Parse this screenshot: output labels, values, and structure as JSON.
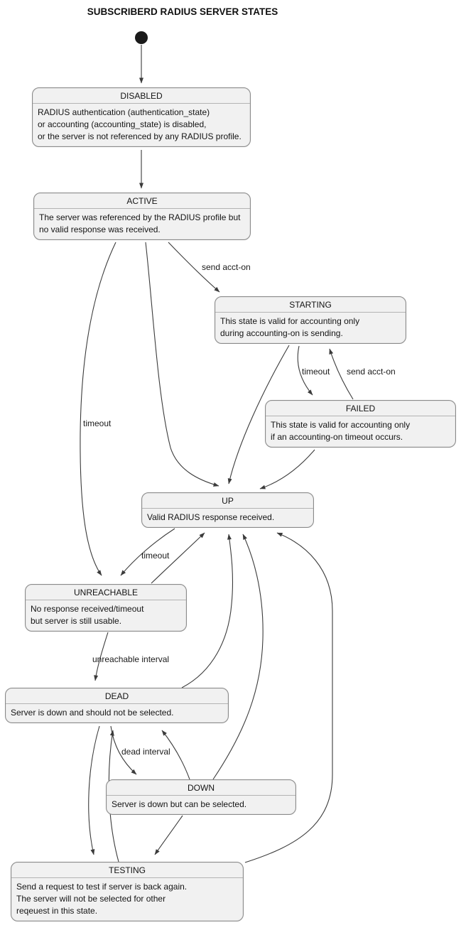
{
  "diagram_title": "SUBSCRIBERD RADIUS SERVER STATES",
  "states": {
    "disabled": {
      "title": "DISABLED",
      "body": "RADIUS authentication (authentication_state)\nor accounting (accounting_state) is disabled,\nor the server is not referenced by any RADIUS profile."
    },
    "active": {
      "title": "ACTIVE",
      "body": "The server was referenced by the RADIUS profile but\nno valid response was received."
    },
    "starting": {
      "title": "STARTING",
      "body": "This state is valid for accounting only\nduring accounting-on is sending."
    },
    "failed": {
      "title": "FAILED",
      "body": "This state is valid for accounting only\nif an accounting-on timeout occurs."
    },
    "up": {
      "title": "UP",
      "body": "Valid RADIUS response received."
    },
    "unreachable": {
      "title": "UNREACHABLE",
      "body": "No response received/timeout\nbut server is still usable."
    },
    "dead": {
      "title": "DEAD",
      "body": "Server is down and should not be selected."
    },
    "down": {
      "title": "DOWN",
      "body": "Server is down but can be selected."
    },
    "testing": {
      "title": "TESTING",
      "body": "Send a request to test if server is back again.\nThe server will not be selected for other\nreqeuest in this state."
    }
  },
  "edge_labels": {
    "active_to_starting": "send acct-on",
    "active_to_unreachable": "timeout",
    "starting_to_failed": "timeout",
    "failed_to_starting": "send acct-on",
    "up_to_unreachable": "timeout",
    "unreachable_to_dead": "unreachable interval",
    "dead_to_down": "dead interval"
  },
  "transitions": [
    {
      "from": "initial",
      "to": "DISABLED",
      "label": ""
    },
    {
      "from": "DISABLED",
      "to": "ACTIVE",
      "label": ""
    },
    {
      "from": "ACTIVE",
      "to": "STARTING",
      "label": "send acct-on"
    },
    {
      "from": "ACTIVE",
      "to": "UP",
      "label": ""
    },
    {
      "from": "ACTIVE",
      "to": "UNREACHABLE",
      "label": "timeout"
    },
    {
      "from": "STARTING",
      "to": "FAILED",
      "label": "timeout"
    },
    {
      "from": "FAILED",
      "to": "STARTING",
      "label": "send acct-on"
    },
    {
      "from": "STARTING",
      "to": "UP",
      "label": ""
    },
    {
      "from": "FAILED",
      "to": "UP",
      "label": ""
    },
    {
      "from": "UP",
      "to": "UNREACHABLE",
      "label": "timeout"
    },
    {
      "from": "UNREACHABLE",
      "to": "UP",
      "label": ""
    },
    {
      "from": "UNREACHABLE",
      "to": "DEAD",
      "label": "unreachable interval"
    },
    {
      "from": "DEAD",
      "to": "DOWN",
      "label": "dead interval"
    },
    {
      "from": "DOWN",
      "to": "DEAD",
      "label": ""
    },
    {
      "from": "DEAD",
      "to": "TESTING",
      "label": ""
    },
    {
      "from": "TESTING",
      "to": "DEAD",
      "label": ""
    },
    {
      "from": "DOWN",
      "to": "TESTING",
      "label": ""
    },
    {
      "from": "DEAD",
      "to": "UP",
      "label": ""
    },
    {
      "from": "DOWN",
      "to": "UP",
      "label": ""
    },
    {
      "from": "TESTING",
      "to": "UP",
      "label": ""
    }
  ],
  "colors": {
    "state_fill": "#f1f1f1",
    "state_border": "#8a8a8a",
    "arrow": "#3b3b3b",
    "text": "#141414",
    "background": "#ffffff"
  }
}
